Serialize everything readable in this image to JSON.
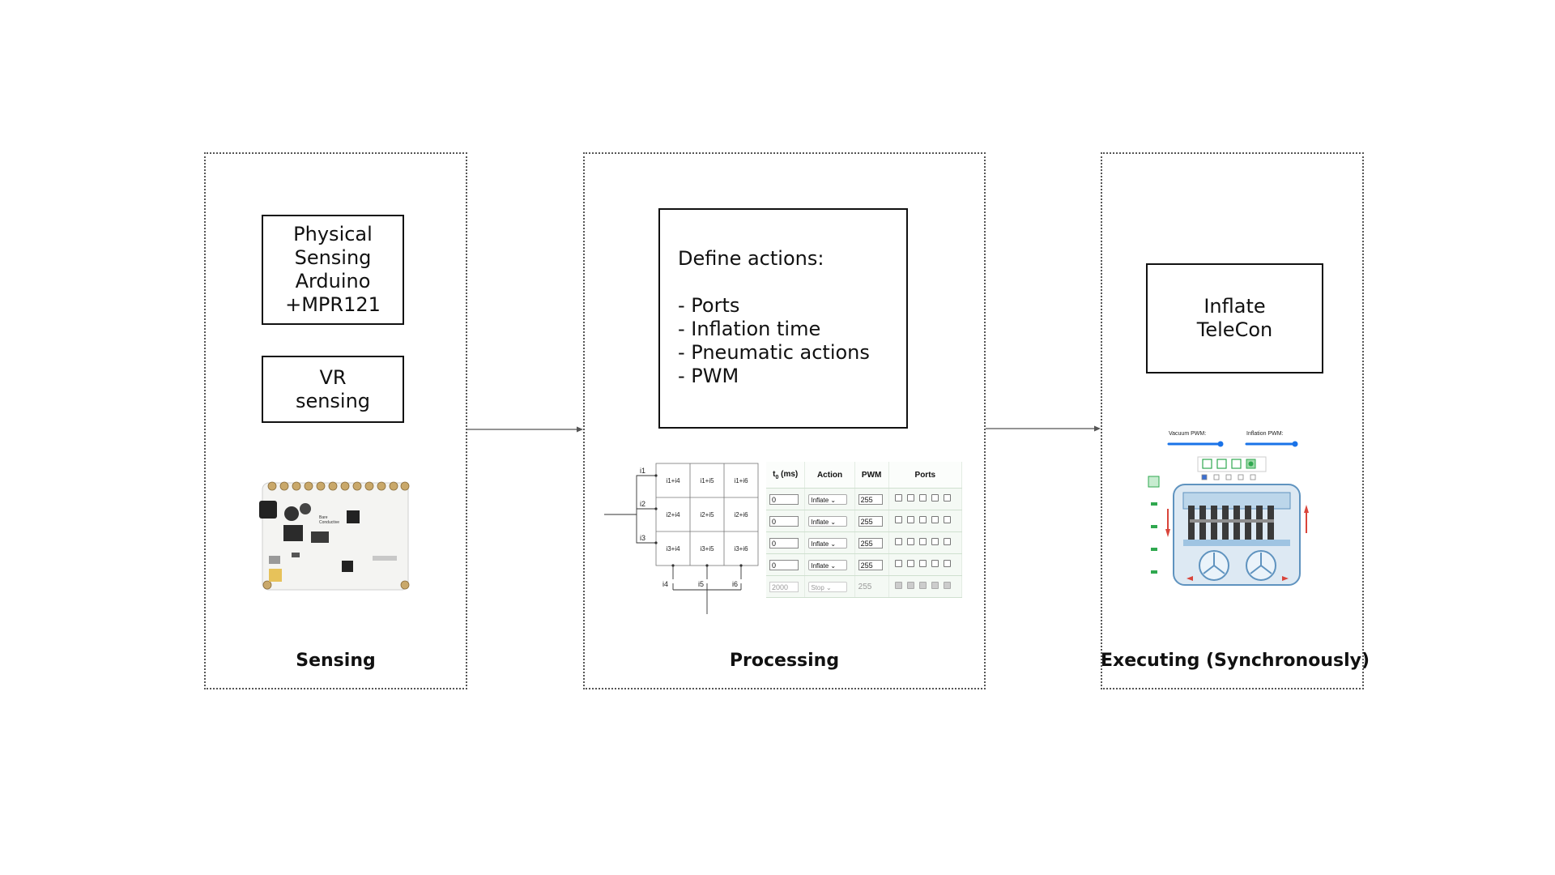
{
  "sensing": {
    "box1": [
      "Physical",
      "Sensing",
      "Arduino",
      "+MPR121"
    ],
    "box2": [
      "VR",
      "sensing"
    ],
    "board_brand": [
      "Bare",
      "Conductive"
    ],
    "caption": "Sensing"
  },
  "processing": {
    "box": [
      "Define actions:",
      "",
      "- Ports",
      "- Inflation time",
      "- Pneumatic actions",
      "- PWM"
    ],
    "matrix": {
      "row_labels": [
        "i1",
        "i2",
        "i3"
      ],
      "col_labels": [
        "i4",
        "i5",
        "i6"
      ],
      "cells": [
        [
          "i1+i4",
          "i1+i5",
          "i1+i6"
        ],
        [
          "i2+i4",
          "i2+i5",
          "i2+i6"
        ],
        [
          "i3+i4",
          "i3+i5",
          "i3+i6"
        ]
      ]
    },
    "table": {
      "headers": {
        "t0_main": "t",
        "t0_sub": "0",
        "t0_unit": " (ms)",
        "action": "Action",
        "pwm": "PWM",
        "ports": "Ports"
      },
      "rows": [
        {
          "t0": "0",
          "action": "Inflate",
          "pwm": "255"
        },
        {
          "t0": "0",
          "action": "Inflate",
          "pwm": "255"
        },
        {
          "t0": "0",
          "action": "Inflate",
          "pwm": "255"
        },
        {
          "t0": "0",
          "action": "Inflate",
          "pwm": "255"
        },
        {
          "t0": "2000",
          "action": "Stop",
          "pwm": "255"
        }
      ]
    },
    "caption": "Processing"
  },
  "executing": {
    "box": [
      "Inflate",
      "TeleCon"
    ],
    "vacuum_label": "Vacuum PWM:",
    "inflation_label": "Inflation PWM:",
    "caption": "Executing (Synchronously)"
  },
  "colors": {
    "accent_blue": "#1a73e8",
    "green": "#2fa84f",
    "pneumatic_blue": "#7fb4d8",
    "arrow_red": "#d9443a"
  }
}
